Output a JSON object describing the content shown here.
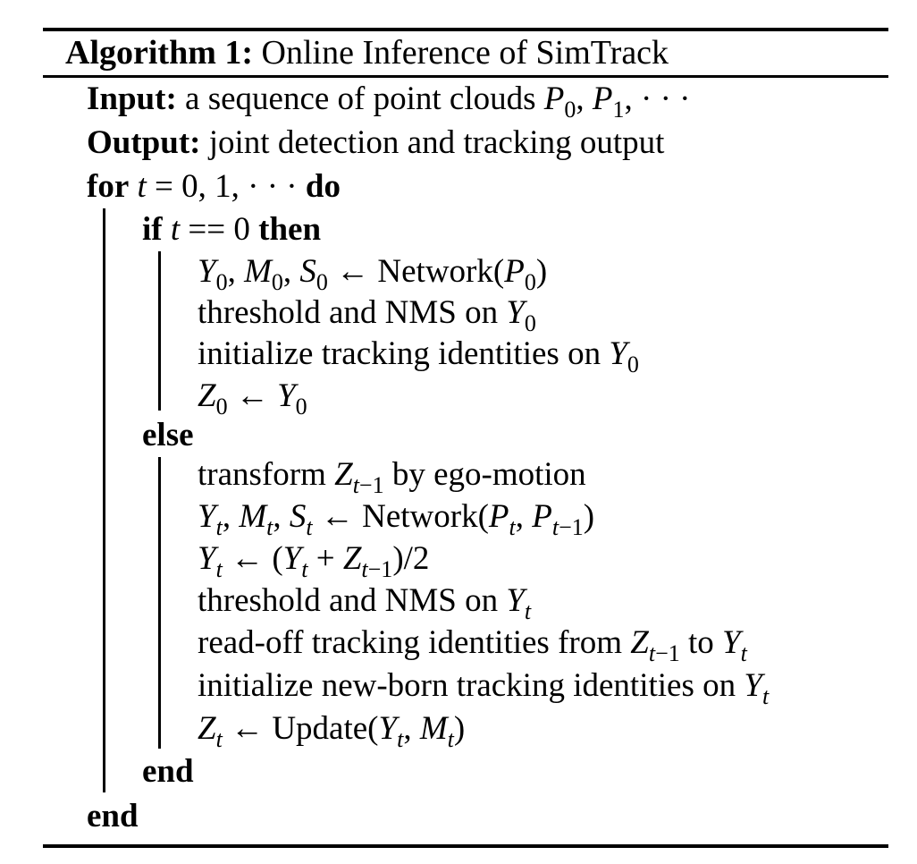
{
  "algorithm": {
    "label": "Algorithm 1:",
    "title": "Online Inference of SimTrack"
  },
  "header": {
    "input_kw": "Input:",
    "input_text": "a sequence of point clouds",
    "output_kw": "Output:",
    "output_text": "joint detection and tracking output"
  },
  "keywords": {
    "for": "for",
    "do": "do",
    "if": "if",
    "then": "then",
    "else": "else",
    "end": "end"
  },
  "steps": {
    "network": "Network",
    "threshold_nms": "threshold and NMS on",
    "init_ids": "initialize tracking identities on",
    "transform": "transform",
    "by_ego": "by ego-motion",
    "readoff": "read-off tracking identities from",
    "to": "to",
    "init_newborn": "initialize new-born tracking identities on",
    "update": "Update"
  }
}
